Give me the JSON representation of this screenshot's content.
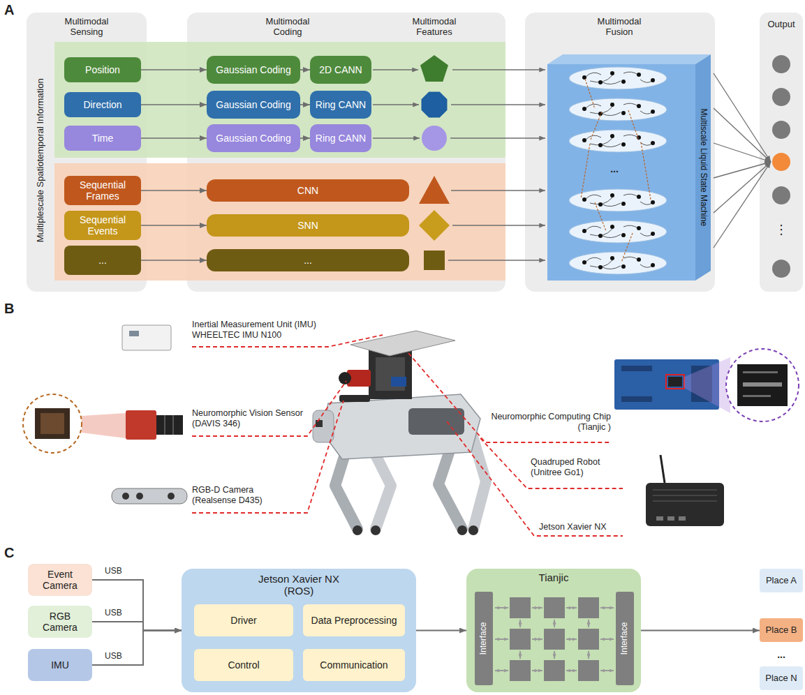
{
  "diagram": {
    "nodes": [
      {
        "text": [
          "Multimodal Sensing"
        ]
      },
      {
        "text": [
          "Multimodal Coding",
          "Multimodal Features"
        ]
      },
      {
        "text": [
          "Multimodal Fusion"
        ]
      },
      {
        "text": [
          "Output"
        ]
      },
      {
        "text": [
          "Position"
        ],
        "in": 0
      },
      {
        "text": [
          "Gaussian Coding"
        ],
        "in": 1
      },
      {
        "text": [
          "2D CANN"
        ],
        "in": 1
      },
      {
        "text": [
          "Direction"
        ],
        "in": 0
      },
      {
        "text": [
          "Gaussian Coding"
        ],
        "in": 1
      },
      {
        "text": [
          "Ring CANN"
        ],
        "in": 1
      },
      {
        "text": [
          "Time"
        ],
        "in": 0
      },
      {
        "text": [
          "Gaussian Coding"
        ],
        "in": 1
      },
      {
        "text": [
          "Ring CANN"
        ],
        "in": 1
      },
      {
        "text": [
          "Sequential Frames"
        ],
        "in": 0
      },
      {
        "text": [
          "CNN"
        ],
        "in": 1
      },
      {
        "text": [
          "Sequential Events"
        ],
        "in": 0
      },
      {
        "text": [
          "SNN"
        ],
        "in": 1
      },
      {
        "text": [
          "..."
        ],
        "in": 0
      },
      {
        "text": [
          "..."
        ],
        "in": 1
      },
      {
        "text": [
          "Multiscale Liquid State Machine"
        ],
        "in": 2
      },
      {
        "text": [
          "Event Camera"
        ]
      },
      {
        "text": [
          "RGB Camera"
        ]
      },
      {
        "text": [
          "IMU"
        ]
      },
      {
        "text": [
          "Jetson Xavier NX (ROS)"
        ]
      },
      {
        "text": [
          "Driver"
        ],
        "in": 23
      },
      {
        "text": [
          "Data Preprocessing"
        ],
        "in": 23
      },
      {
        "text": [
          "Control"
        ],
        "in": 23
      },
      {
        "text": [
          "Communication"
        ],
        "in": 23
      },
      {
        "text": [
          "Tianjic"
        ]
      },
      {
        "text": [
          "Interface"
        ],
        "in": 28
      },
      {
        "text": [
          "Interface"
        ],
        "in": 28
      },
      {
        "text": [
          "Place A"
        ]
      },
      {
        "text": [
          "Place B"
        ]
      },
      {
        "text": [
          "Place N"
        ]
      }
    ],
    "edges": [
      {
        "from": 4,
        "to": 5,
        "arrow": "to"
      },
      {
        "from": 5,
        "to": 6,
        "arrow": "to"
      },
      {
        "from": 7,
        "to": 8,
        "arrow": "to"
      },
      {
        "from": 8,
        "to": 9,
        "arrow": "to"
      },
      {
        "from": 10,
        "to": 11,
        "arrow": "to"
      },
      {
        "from": 11,
        "to": 12,
        "arrow": "to"
      },
      {
        "from": 13,
        "to": 14,
        "arrow": "to"
      },
      {
        "from": 15,
        "to": 16,
        "arrow": "to"
      },
      {
        "from": 17,
        "to": 18,
        "arrow": "to"
      },
      {
        "from": 20,
        "to": 23,
        "arrow": "to"
      },
      {
        "from": 21,
        "to": 23,
        "arrow": "to"
      },
      {
        "from": 22,
        "to": 23,
        "arrow": "to"
      },
      {
        "from": 23,
        "to": 28,
        "arrow": "to"
      },
      {
        "from": 28,
        "to": 32,
        "arrow": "to"
      }
    ],
    "labels": [
      "A",
      "Multiplescale Spatiotemporal Information",
      "...",
      "⋮",
      "B",
      "Inertial Measurement Unit (IMU) WHEELTEC IMU N100",
      "Neuromorphic Vision Sensor (DAVIS 346)",
      "RGB-D Camera (Realsense D435)",
      "Neuromorphic Computing Chip (Tianjic )",
      "Quadruped Robot (Unitree Go1)",
      "Jetson Xavier NX",
      "C",
      "USB",
      "USB",
      "USB",
      "..."
    ]
  }
}
